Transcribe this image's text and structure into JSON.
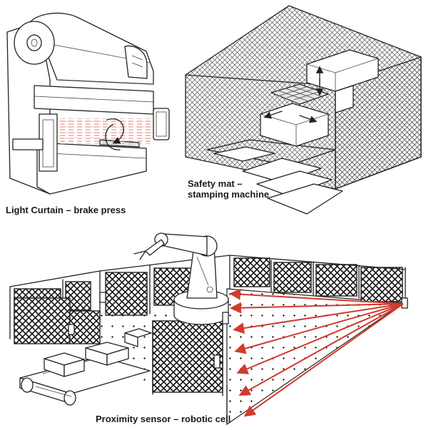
{
  "captions": {
    "light_curtain": "Light Curtain – brake press",
    "safety_mat_line1": "Safety mat –",
    "safety_mat_line2": "stamping machine",
    "proximity": "Proximity sensor – robotic cell"
  },
  "colors": {
    "beam": "#d23a2e",
    "light_curtain_beam": "#e08a80",
    "line": "#222222",
    "shade": "#e6e6e6"
  }
}
